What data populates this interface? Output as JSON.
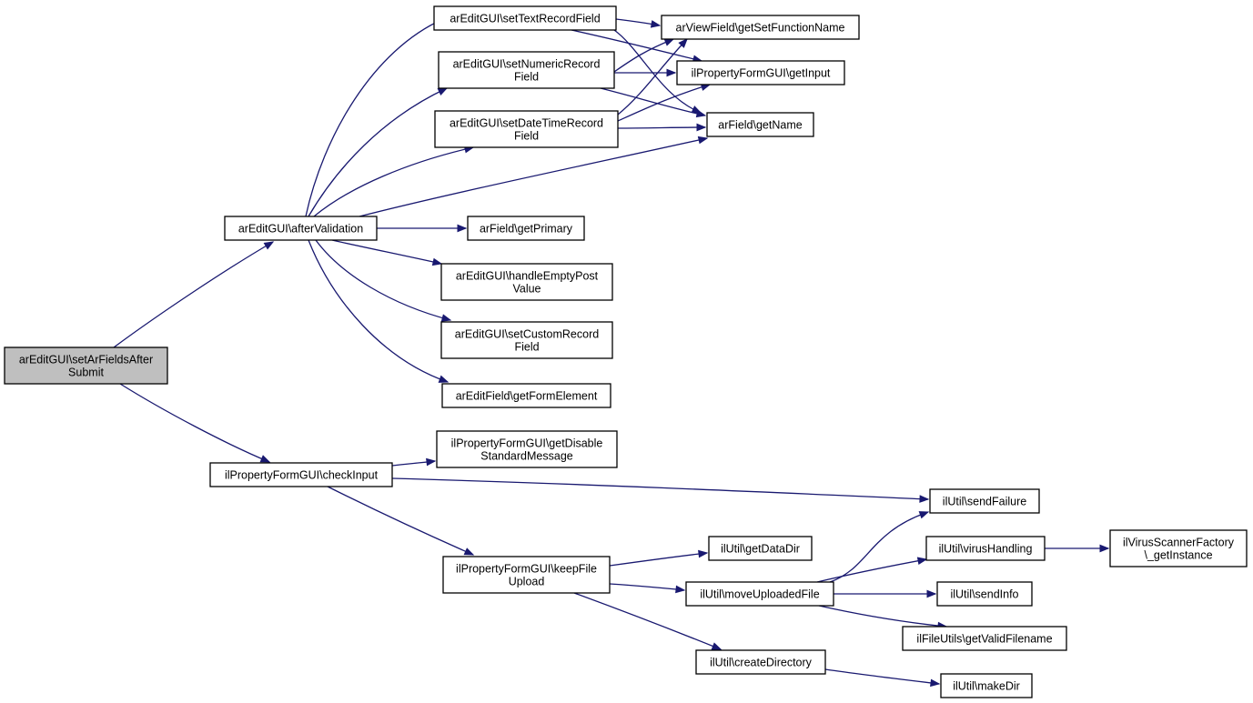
{
  "graph": {
    "nodes": [
      {
        "id": "root",
        "lines": [
          "arEditGUI\\setArFieldsAfter",
          "Submit"
        ],
        "current": true
      },
      {
        "id": "afterValidation",
        "lines": [
          "arEditGUI\\afterValidation"
        ]
      },
      {
        "id": "checkInput",
        "lines": [
          "ilPropertyFormGUI\\checkInput"
        ]
      },
      {
        "id": "setTextRecordField",
        "lines": [
          "arEditGUI\\setTextRecordField"
        ]
      },
      {
        "id": "setNumericRecordField",
        "lines": [
          "arEditGUI\\setNumericRecord",
          "Field"
        ]
      },
      {
        "id": "setDateTimeRecordField",
        "lines": [
          "arEditGUI\\setDateTimeRecord",
          "Field"
        ]
      },
      {
        "id": "getPrimary",
        "lines": [
          "arField\\getPrimary"
        ]
      },
      {
        "id": "handleEmptyPostValue",
        "lines": [
          "arEditGUI\\handleEmptyPost",
          "Value"
        ]
      },
      {
        "id": "setCustomRecordField",
        "lines": [
          "arEditGUI\\setCustomRecord",
          "Field"
        ]
      },
      {
        "id": "getFormElement",
        "lines": [
          "arEditField\\getFormElement"
        ]
      },
      {
        "id": "getSetFunctionName",
        "lines": [
          "arViewField\\getSetFunctionName"
        ]
      },
      {
        "id": "getInput",
        "lines": [
          "ilPropertyFormGUI\\getInput"
        ]
      },
      {
        "id": "getName",
        "lines": [
          "arField\\getName"
        ]
      },
      {
        "id": "getDisableStandardMessage",
        "lines": [
          "ilPropertyFormGUI\\getDisable",
          "StandardMessage"
        ]
      },
      {
        "id": "keepFileUpload",
        "lines": [
          "ilPropertyFormGUI\\keepFile",
          "Upload"
        ]
      },
      {
        "id": "sendFailure",
        "lines": [
          "ilUtil\\sendFailure"
        ]
      },
      {
        "id": "getDataDir",
        "lines": [
          "ilUtil\\getDataDir"
        ]
      },
      {
        "id": "moveUploadedFile",
        "lines": [
          "ilUtil\\moveUploadedFile"
        ]
      },
      {
        "id": "createDirectory",
        "lines": [
          "ilUtil\\createDirectory"
        ]
      },
      {
        "id": "virusHandling",
        "lines": [
          "ilUtil\\virusHandling"
        ]
      },
      {
        "id": "sendInfo",
        "lines": [
          "ilUtil\\sendInfo"
        ]
      },
      {
        "id": "getValidFilename",
        "lines": [
          "ilFileUtils\\getValidFilename"
        ]
      },
      {
        "id": "makeDir",
        "lines": [
          "ilUtil\\makeDir"
        ]
      },
      {
        "id": "getInstance",
        "lines": [
          "ilVirusScannerFactory",
          "\\_getInstance"
        ]
      }
    ],
    "edges": [
      {
        "from": "root",
        "to": "afterValidation"
      },
      {
        "from": "root",
        "to": "checkInput"
      },
      {
        "from": "afterValidation",
        "to": "setTextRecordField"
      },
      {
        "from": "afterValidation",
        "to": "setNumericRecordField"
      },
      {
        "from": "afterValidation",
        "to": "setDateTimeRecordField"
      },
      {
        "from": "afterValidation",
        "to": "getName"
      },
      {
        "from": "afterValidation",
        "to": "getPrimary"
      },
      {
        "from": "afterValidation",
        "to": "handleEmptyPostValue"
      },
      {
        "from": "afterValidation",
        "to": "setCustomRecordField"
      },
      {
        "from": "afterValidation",
        "to": "getFormElement"
      },
      {
        "from": "setTextRecordField",
        "to": "getSetFunctionName"
      },
      {
        "from": "setTextRecordField",
        "to": "getInput"
      },
      {
        "from": "setTextRecordField",
        "to": "getName"
      },
      {
        "from": "setNumericRecordField",
        "to": "getSetFunctionName"
      },
      {
        "from": "setNumericRecordField",
        "to": "getInput"
      },
      {
        "from": "setNumericRecordField",
        "to": "getName"
      },
      {
        "from": "setDateTimeRecordField",
        "to": "getSetFunctionName"
      },
      {
        "from": "setDateTimeRecordField",
        "to": "getInput"
      },
      {
        "from": "setDateTimeRecordField",
        "to": "getName"
      },
      {
        "from": "checkInput",
        "to": "getDisableStandardMessage"
      },
      {
        "from": "checkInput",
        "to": "sendFailure"
      },
      {
        "from": "checkInput",
        "to": "keepFileUpload"
      },
      {
        "from": "keepFileUpload",
        "to": "getDataDir"
      },
      {
        "from": "keepFileUpload",
        "to": "moveUploadedFile"
      },
      {
        "from": "keepFileUpload",
        "to": "createDirectory"
      },
      {
        "from": "moveUploadedFile",
        "to": "sendFailure"
      },
      {
        "from": "moveUploadedFile",
        "to": "virusHandling"
      },
      {
        "from": "moveUploadedFile",
        "to": "sendInfo"
      },
      {
        "from": "moveUploadedFile",
        "to": "getValidFilename"
      },
      {
        "from": "createDirectory",
        "to": "makeDir"
      },
      {
        "from": "virusHandling",
        "to": "getInstance"
      }
    ]
  }
}
